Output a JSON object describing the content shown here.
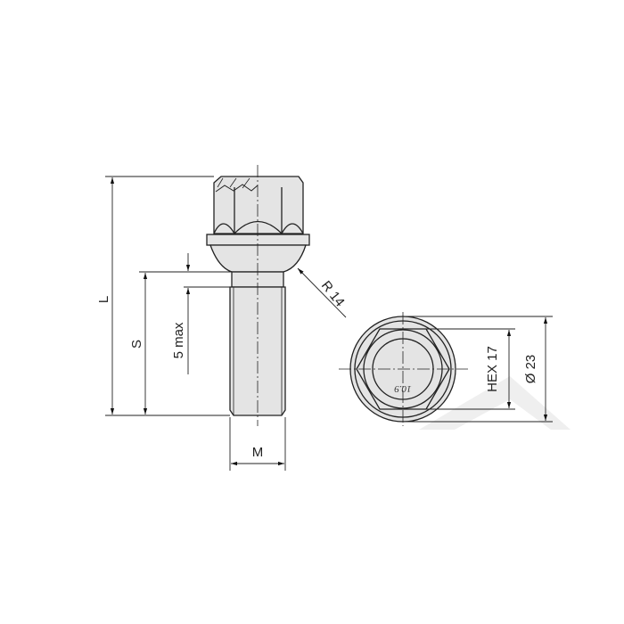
{
  "drawing": {
    "title": "Wheel bolt dimension drawing",
    "labels": {
      "length": "L",
      "thread_length": "S",
      "max_5": "5 max",
      "radius": "R 14",
      "thread": "M",
      "hex": "HEX 17",
      "diameter": "Ø 23",
      "grade_mark": "10.9"
    },
    "colors": {
      "fill": "#e4e4e4",
      "stroke": "#222222",
      "watermark": "#f0f0f0"
    }
  }
}
